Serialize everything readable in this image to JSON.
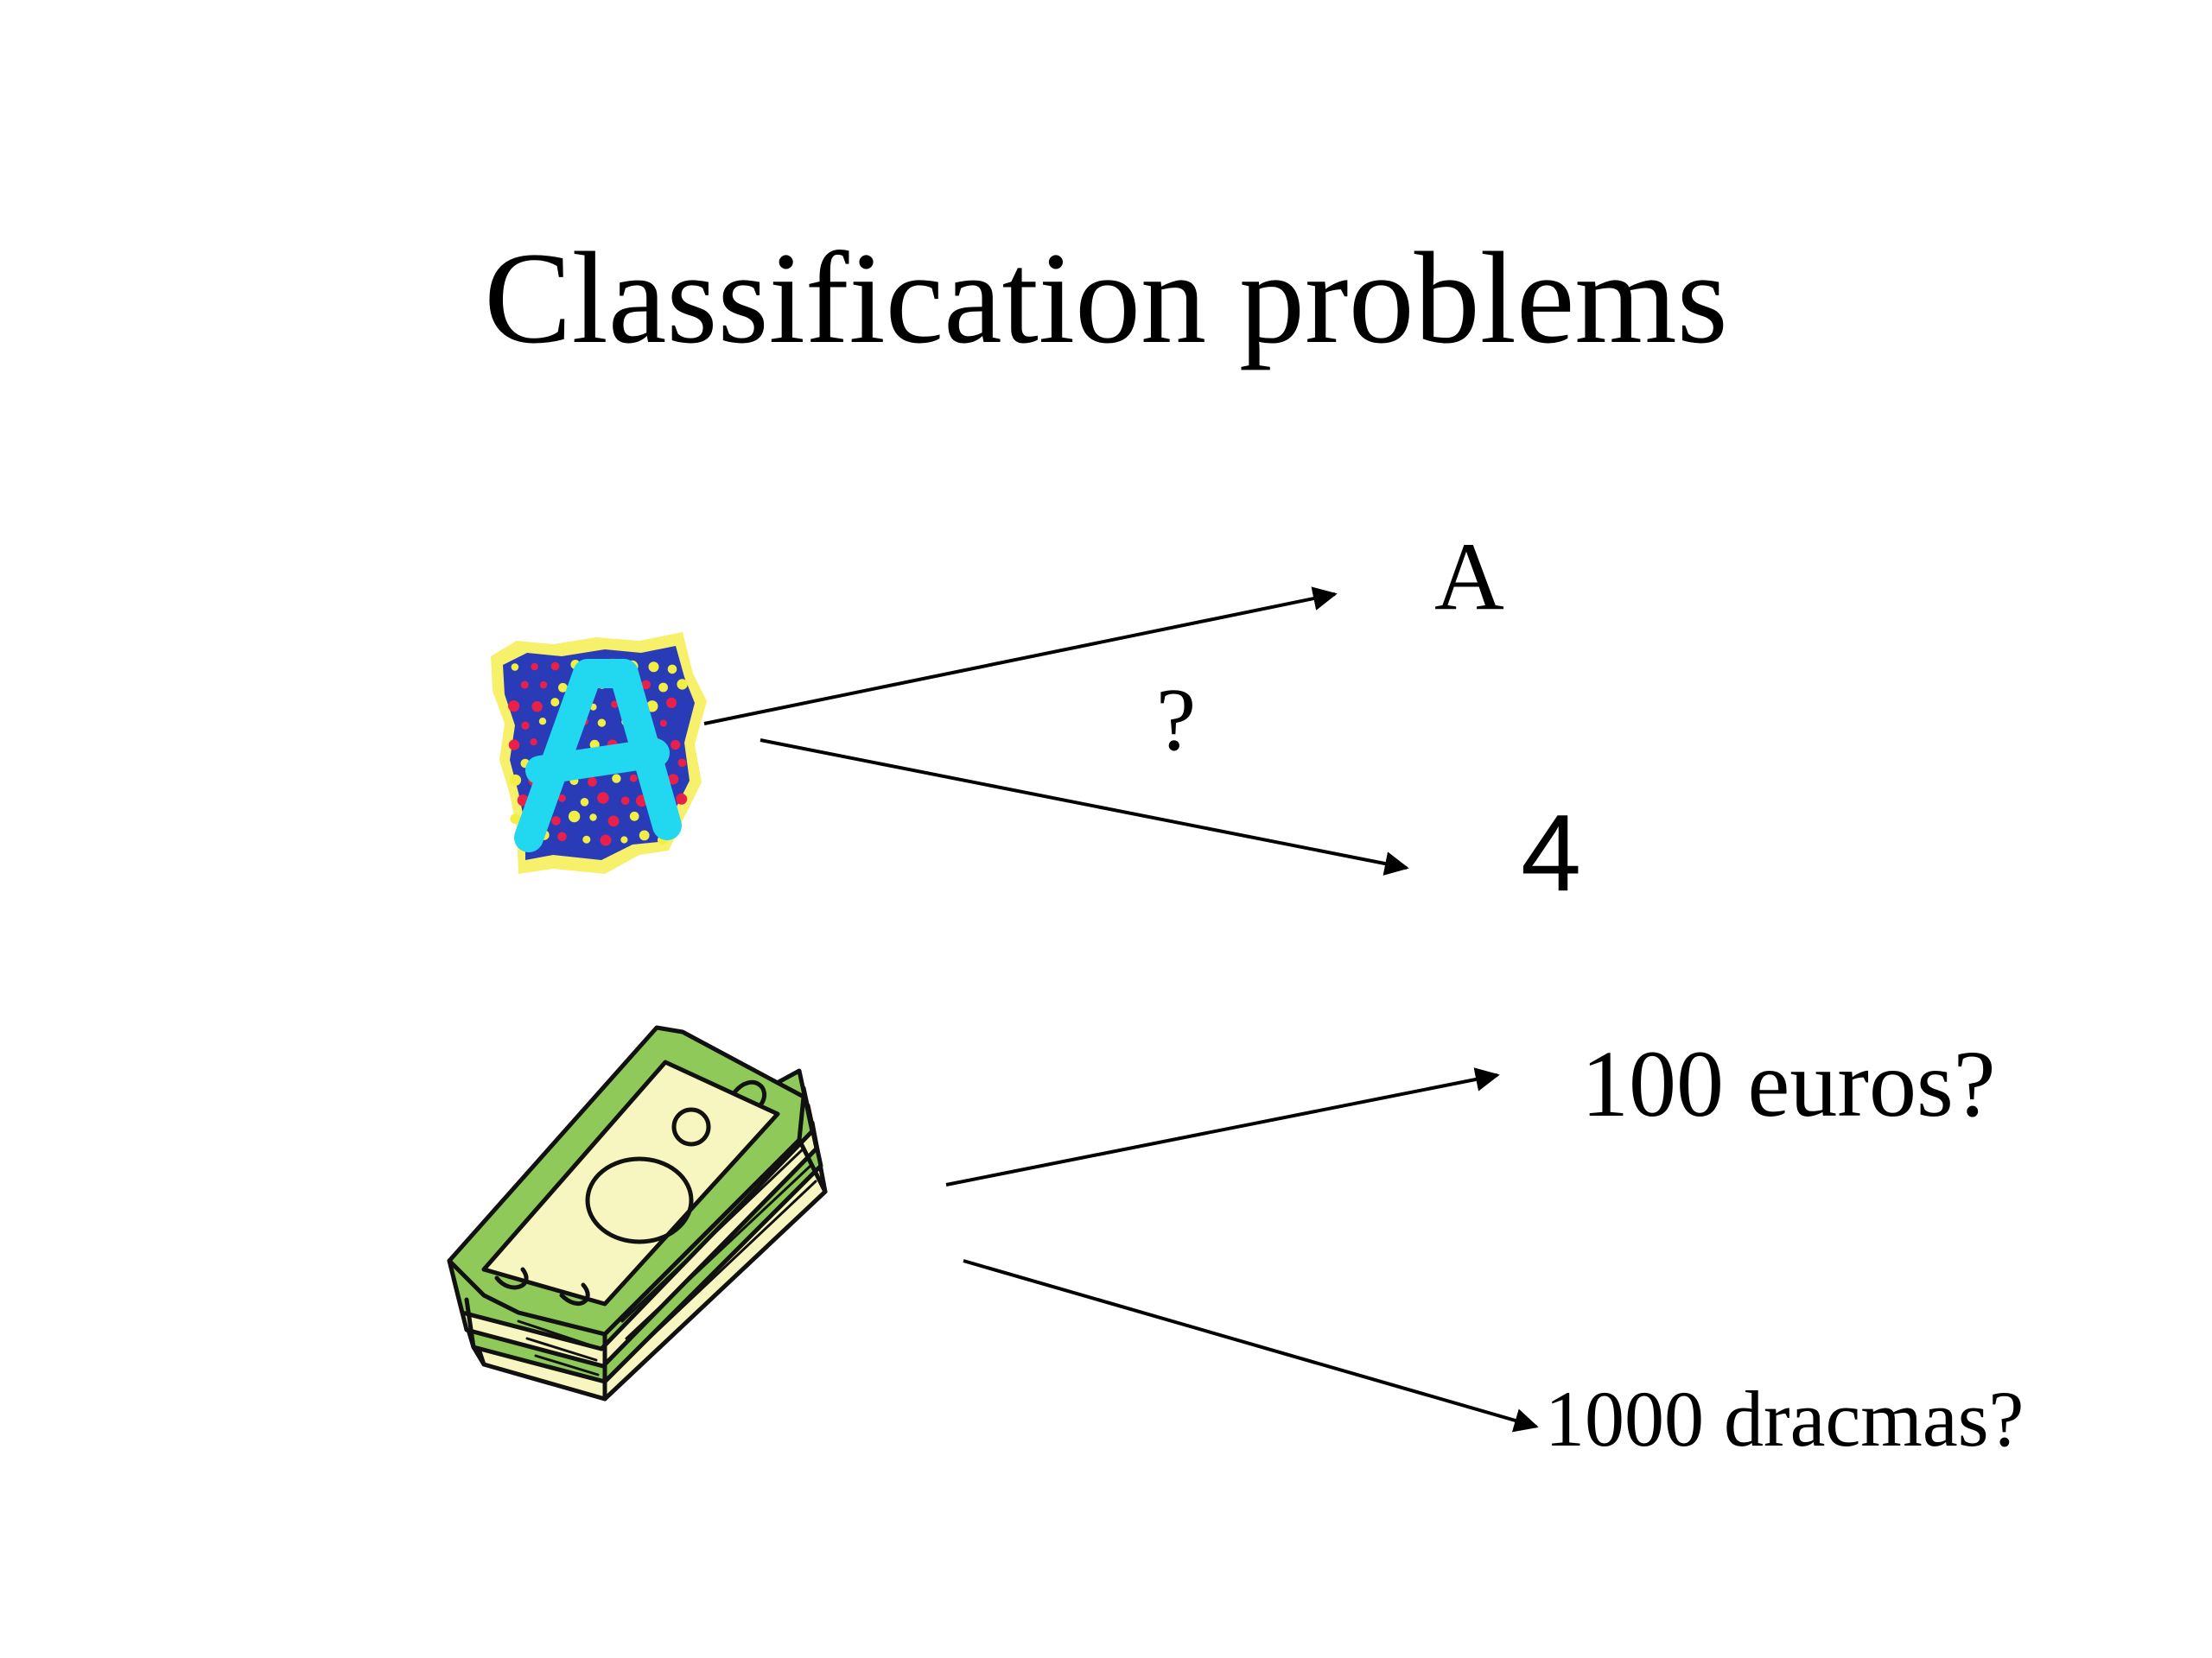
{
  "slide": {
    "title": "Classification problems"
  },
  "letter_example": {
    "question_mark": "?",
    "outputs": [
      "A",
      "4"
    ]
  },
  "money_example": {
    "outputs": [
      "100 euros?",
      "1000 dracmas?"
    ]
  },
  "colors": {
    "letter_card_blue": "#2a3bb8",
    "letter_card_border": "#f6f06a",
    "letter_glyph": "#22d8f0",
    "dot_red": "#e8204a",
    "dot_yellow": "#f2ee44",
    "bill_green": "#8fc95a",
    "bill_cream": "#f8f6c0"
  }
}
